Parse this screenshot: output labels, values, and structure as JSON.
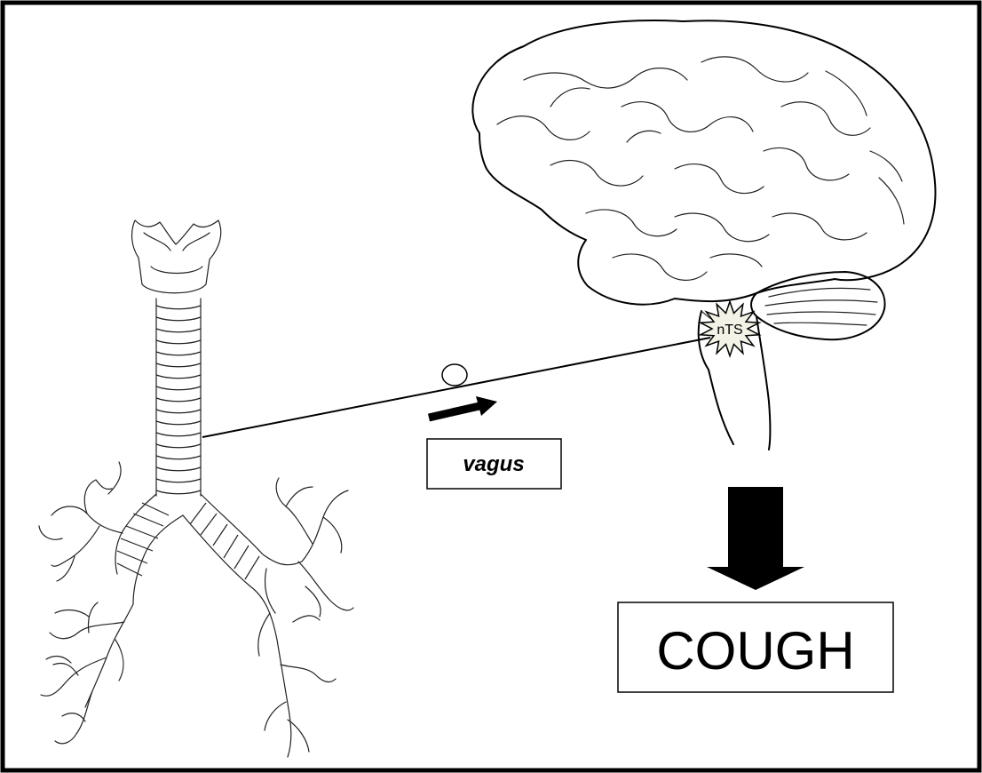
{
  "labels": {
    "vagus": "vagus",
    "cough": "COUGH",
    "nts": "nTS"
  },
  "colors": {
    "border": "#000000",
    "nts_fill": "#f3f2e6",
    "arrow": "#000000"
  },
  "icons": {
    "airway": "trachea-bronchi-illustration",
    "brain": "brain-illustration",
    "nts": "starburst-icon",
    "vagus_arrow": "right-arrow-icon",
    "down_arrow": "down-arrow-icon"
  }
}
